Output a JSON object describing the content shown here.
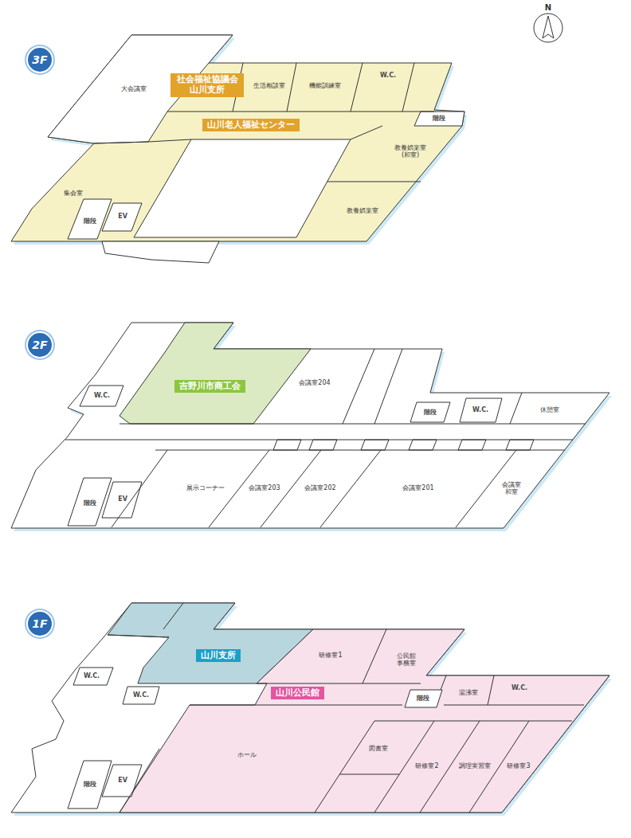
{
  "diagram": {
    "nodes": [
      {
        "text": [
          "3F"
        ]
      },
      {
        "text": [
          "大会議室"
        ]
      },
      {
        "text": [
          "社会福祉協議会 山川支所"
        ]
      },
      {
        "text": [
          "生活相談室"
        ]
      },
      {
        "text": [
          "機能訓練室"
        ]
      },
      {
        "text": [
          "W.C."
        ]
      },
      {
        "text": [
          "山川老人福祉センター"
        ]
      },
      {
        "text": [
          "階段"
        ]
      },
      {
        "text": [
          "教養娯楽室 (和室)"
        ]
      },
      {
        "text": [
          "集会室"
        ]
      },
      {
        "text": [
          "階段"
        ]
      },
      {
        "text": [
          "EV"
        ]
      },
      {
        "text": [
          "教養娯楽室"
        ]
      },
      {
        "text": [
          "2F"
        ]
      },
      {
        "text": [
          "W.C."
        ]
      },
      {
        "text": [
          "吉野川市商工会"
        ]
      },
      {
        "text": [
          "会議室204"
        ]
      },
      {
        "text": [
          "階段"
        ]
      },
      {
        "text": [
          "W.C."
        ]
      },
      {
        "text": [
          "休憩室"
        ]
      },
      {
        "text": [
          "階段"
        ]
      },
      {
        "text": [
          "EV"
        ]
      },
      {
        "text": [
          "展示コーナー"
        ]
      },
      {
        "text": [
          "会議室203"
        ]
      },
      {
        "text": [
          "会議室202"
        ]
      },
      {
        "text": [
          "会議室201"
        ]
      },
      {
        "text": [
          "会議室 和室"
        ]
      },
      {
        "text": [
          "1F"
        ]
      },
      {
        "text": [
          "W.C."
        ]
      },
      {
        "text": [
          "山川支所"
        ]
      },
      {
        "text": [
          "研修室1"
        ]
      },
      {
        "text": [
          "公民館 事務室"
        ]
      },
      {
        "text": [
          "W.C."
        ]
      },
      {
        "text": [
          "山川公民館"
        ]
      },
      {
        "text": [
          "湯沸室"
        ]
      },
      {
        "text": [
          "W.C."
        ]
      },
      {
        "text": [
          "階段"
        ]
      },
      {
        "text": [
          "ホール"
        ]
      },
      {
        "text": [
          "図書室"
        ]
      },
      {
        "text": [
          "研修室2"
        ]
      },
      {
        "text": [
          "調理実習室"
        ]
      },
      {
        "text": [
          "研修室3"
        ]
      },
      {
        "text": [
          "階段"
        ]
      },
      {
        "text": [
          "EV"
        ]
      }
    ],
    "labels": [
      "N"
    ]
  }
}
